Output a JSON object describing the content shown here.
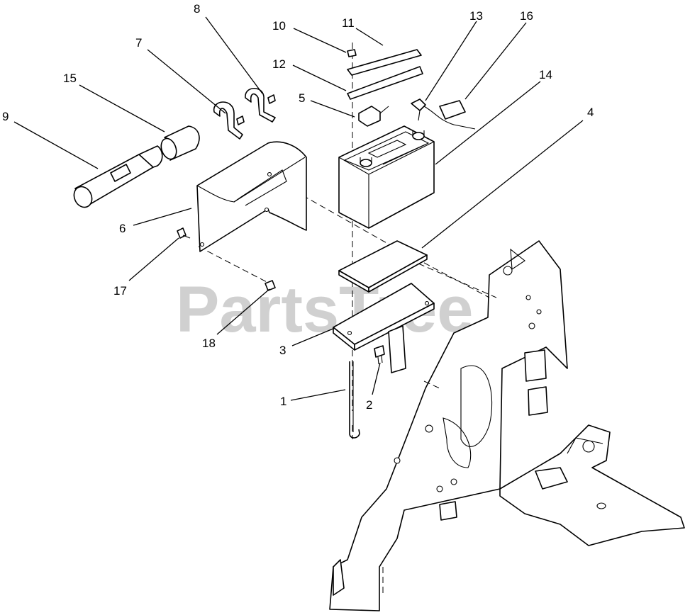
{
  "watermark": {
    "text": "PartsTree",
    "mark": "TM"
  },
  "callouts": [
    "1",
    "2",
    "3",
    "4",
    "5",
    "6",
    "7",
    "8",
    "9",
    "10",
    "11",
    "12",
    "13",
    "14",
    "15",
    "16",
    "17",
    "18"
  ]
}
